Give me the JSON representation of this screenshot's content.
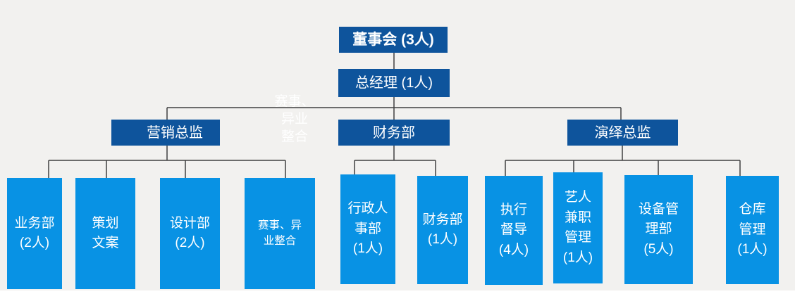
{
  "colors": {
    "background": "#F2F1EF",
    "dark_blue": "#0E549C",
    "light_blue": "#0892E4",
    "connector": "#404040",
    "text": "#FFFFFF"
  },
  "org_chart": {
    "level1": {
      "board": "董事会 (3人)"
    },
    "level2": {
      "general_manager": "总经理 (1人)"
    },
    "level3": {
      "marketing_director": "营销总监",
      "finance_dept": "财务部",
      "performance_director": "演绎总监"
    },
    "level4": [
      {
        "id": "business",
        "label": "业务部\n(2人)",
        "parent": "营销总监"
      },
      {
        "id": "planning-copy",
        "label": "策划\n文案",
        "parent": "营销总监"
      },
      {
        "id": "design",
        "label": "设计部\n(2人)",
        "parent": "营销总监"
      },
      {
        "id": "events-integration",
        "label": "赛事、异\n业整合",
        "parent": "营销总监"
      },
      {
        "id": "admin-hr",
        "label": "行政人\n事部\n(1人)",
        "parent": "财务部"
      },
      {
        "id": "finance",
        "label": "财务部\n(1人)",
        "parent": "财务部"
      },
      {
        "id": "exec-supervision",
        "label": "执行\n督导\n(4人)",
        "parent": "演绎总监"
      },
      {
        "id": "artist-parttime",
        "label": "艺人\n兼职\n管理\n(1人)",
        "parent": "演绎总监"
      },
      {
        "id": "equipment-mgmt",
        "label": "设备管\n理部\n(5人)",
        "parent": "演绎总监"
      },
      {
        "id": "warehouse-mgmt",
        "label": "仓库\n管理\n(1人)",
        "parent": "演绎总监"
      }
    ],
    "stray_text": "赛事、\n异业\n整合"
  }
}
